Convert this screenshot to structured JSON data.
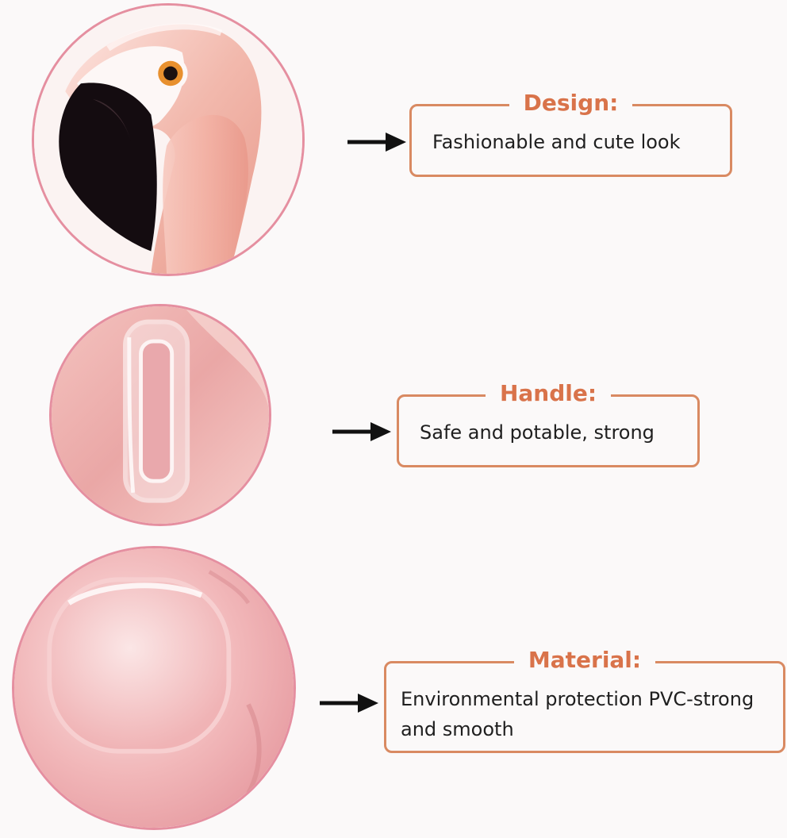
{
  "features": [
    {
      "title": "Design:",
      "text": "Fashionable and cute look",
      "image_icon": "flamingo-head-icon"
    },
    {
      "title": "Handle:",
      "text": "Safe and potable, strong",
      "image_icon": "handle-icon"
    },
    {
      "title": "Material:",
      "text": "Environmental protection PVC-strong and smooth",
      "image_icon": "pvc-material-icon"
    }
  ],
  "colors": {
    "accent_orange": "#d9734a",
    "box_border": "#d98a62",
    "circle_border": "#e58fa0",
    "rose_pink": "#f0b5b3",
    "text": "#1f1f1f",
    "arrow": "#111111"
  }
}
